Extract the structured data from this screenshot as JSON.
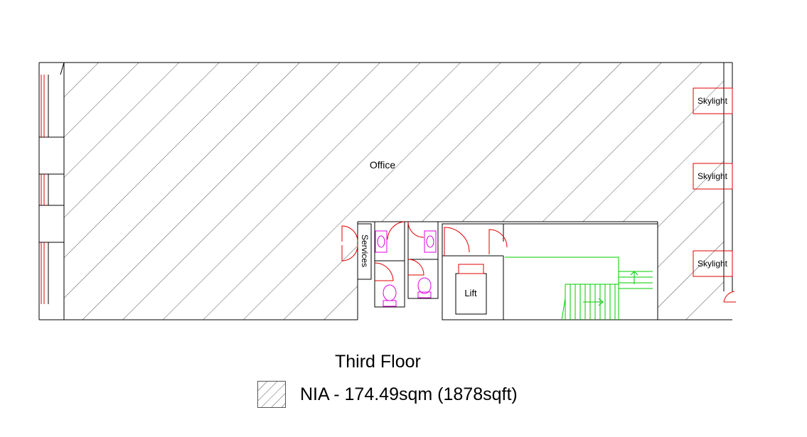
{
  "plan": {
    "rooms": {
      "office": "Office",
      "services": "Services",
      "lift": "Lift",
      "skylights": [
        "Skylight",
        "Skylight",
        "Skylight"
      ]
    },
    "colors": {
      "walls": "#000000",
      "doors": "#e00000",
      "sanitary": "#e000e0",
      "stairs": "#00cc00",
      "hatch": "#555555"
    }
  },
  "floor_title": "Third Floor",
  "legend": {
    "label": "NIA - 174.49sqm (1878sqft)"
  }
}
